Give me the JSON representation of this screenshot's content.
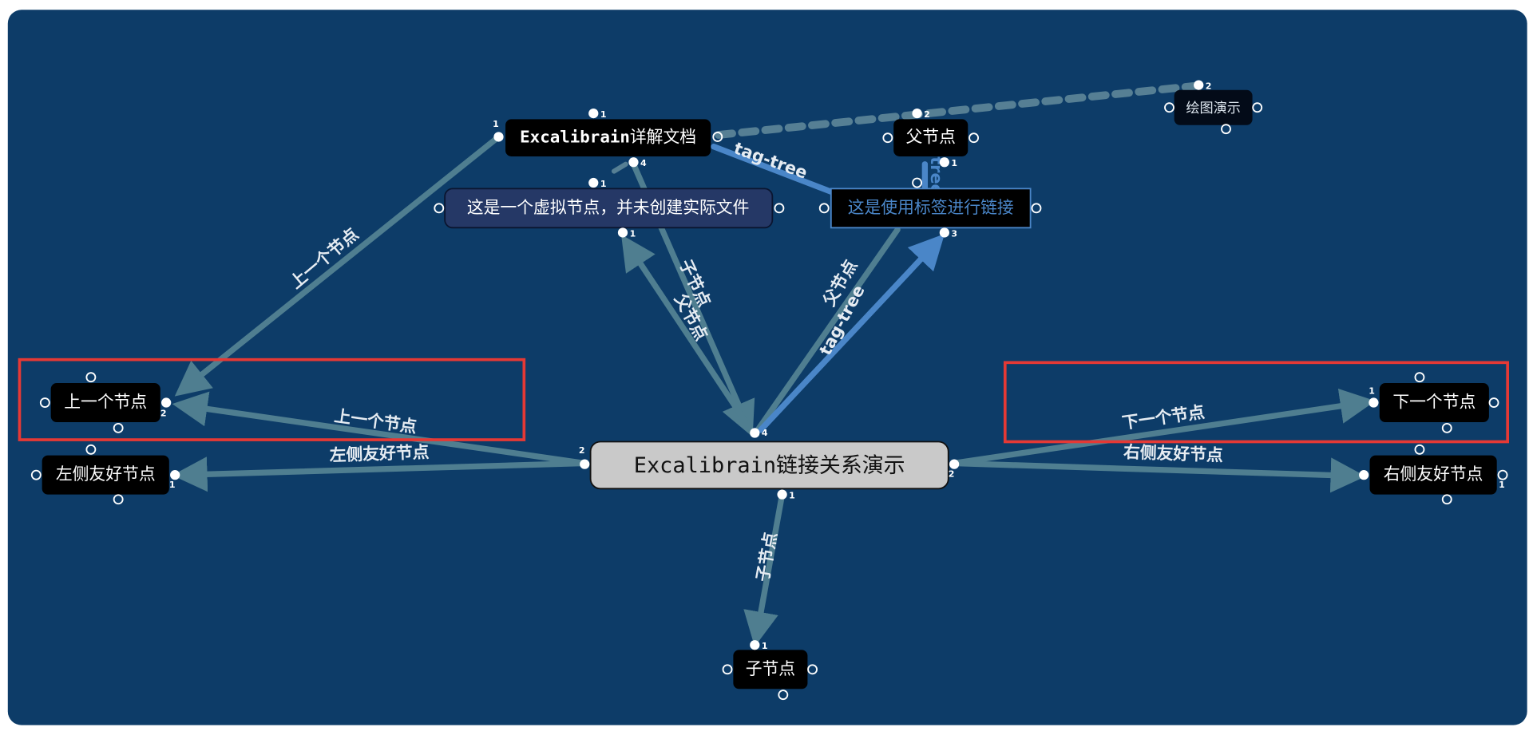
{
  "colors": {
    "canvas": "#0d3c68",
    "node": "#000000",
    "central_node": "#c9c9c9",
    "virtual_node": "#253866",
    "tag_node_text": "#4a86c8",
    "edge": "#4f7e90",
    "tag_edge": "#4a86c8",
    "highlight": "#e53935"
  },
  "nodes": {
    "central": {
      "prefix": "Excalibrain",
      "suffix": "链接关系演示"
    },
    "doc": {
      "prefix": "Excalibrain",
      "suffix": "详解文档"
    },
    "parent": "父节点",
    "drawing": "绘图演示",
    "virtual": "这是一个虚拟节点，并未创建实际文件",
    "tag_link": "这是使用标签进行链接",
    "prev": "上一个节点",
    "left_friend": "左侧友好节点",
    "next": "下一个节点",
    "right_friend": "右侧友好节点",
    "child": "子节点"
  },
  "edge_labels": {
    "doc_to_prev": "上一个节点",
    "central_to_prev": "上一个节点",
    "central_to_left": "左侧友好节点",
    "central_to_next": "下一个节点",
    "central_to_right": "右侧友好节点",
    "central_to_child": "子节点",
    "doc_to_central": "子节点",
    "central_to_virtual": "父节点",
    "tag_to_central": "父节点",
    "central_to_tag": "tag-tree",
    "doc_to_tag": "tag-tree",
    "parent_to_tag": "tree"
  },
  "counts": {
    "c1": "1",
    "c2": "2",
    "c3": "3",
    "c4": "4"
  }
}
